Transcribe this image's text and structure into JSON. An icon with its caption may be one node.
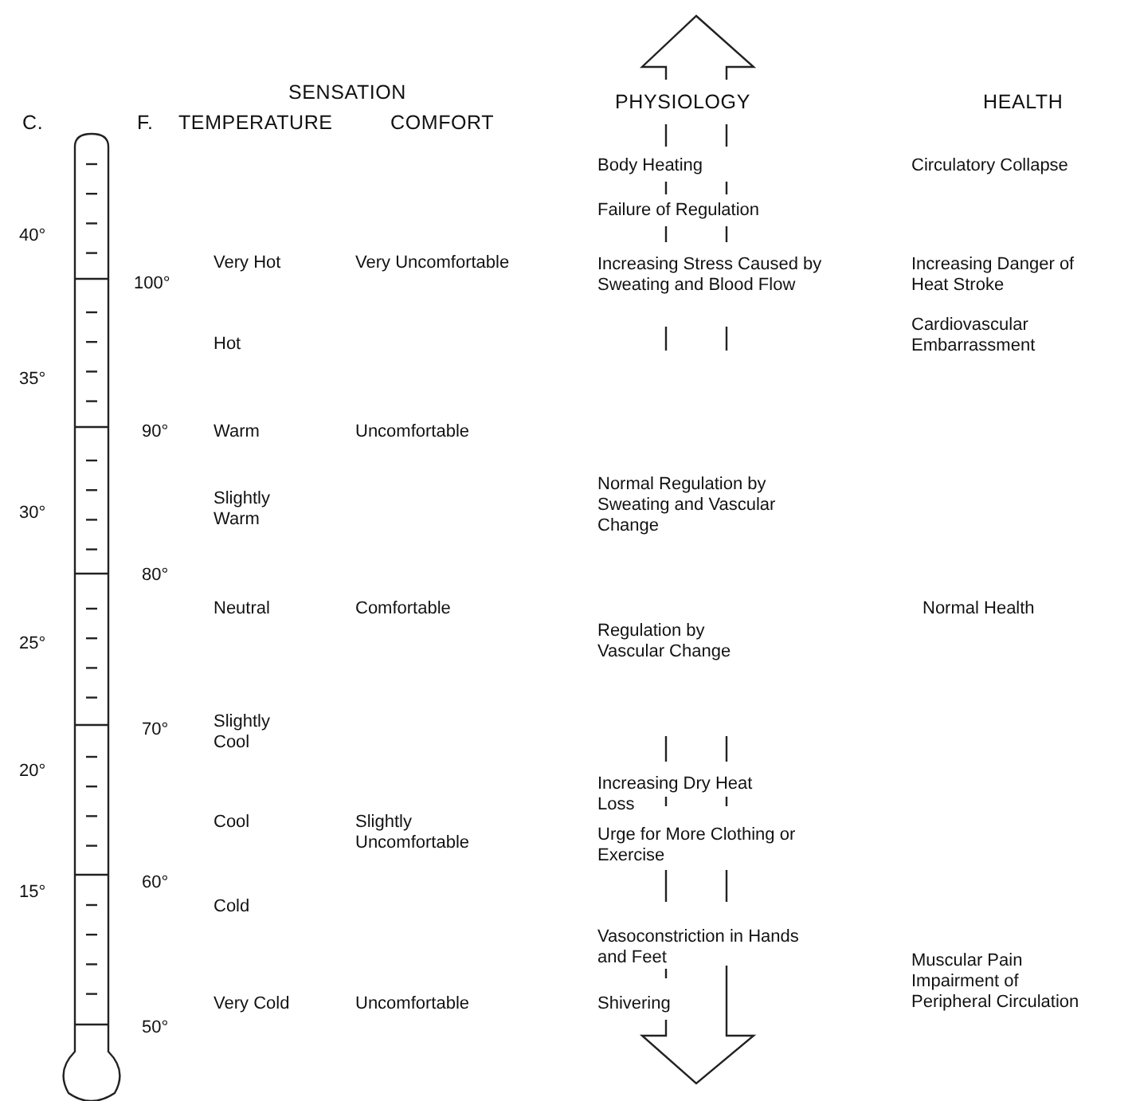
{
  "diagram": {
    "labels": [
      "SENSATION",
      "PHYSIOLOGY",
      "HEALTH",
      "C.",
      "F.",
      "TEMPERATURE",
      "COMFORT",
      "Body Heating",
      "Circulatory Collapse",
      "Failure of Regulation",
      "40°",
      "Very Hot",
      "Very Uncomfortable",
      "Increasing Stress Caused by Sweating and Blood Flow",
      "Increasing Danger of Heat Stroke",
      "100°",
      "Cardiovascular Embarrassment",
      "Hot",
      "35°",
      "90°",
      "Warm",
      "Uncomfortable",
      "Slightly Warm",
      "Normal Regulation by Sweating and Vascular Change",
      "30°",
      "80°",
      "Neutral",
      "Comfortable",
      "Normal Health",
      "25°",
      "Regulation by Vascular Change",
      "Slightly Cool",
      "70°",
      "20°",
      "Increasing Dry Heat Loss",
      "Cool",
      "Slightly Uncomfortable",
      "Urge for More Clothing or Exercise",
      "60°",
      "15°",
      "Cold",
      "Vasoconstriction in Hands and Feet",
      "Muscular Pain",
      "Impairment of Peripheral Circulation",
      "Very Cold",
      "Uncomfortable",
      "Shivering",
      "50°"
    ]
  }
}
